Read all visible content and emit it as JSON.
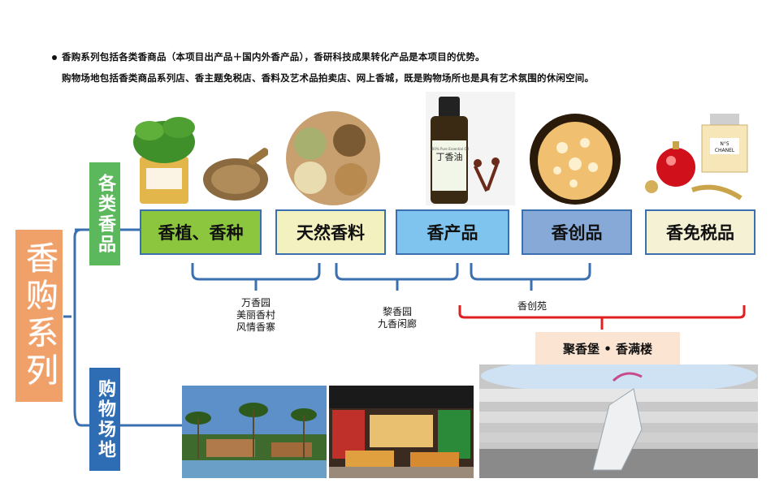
{
  "intro": {
    "line1": "香购系列包括各类香商品（本项目出产品＋国内外香产品），香研科技成果转化产品是本项目的优势。",
    "line2": "购物场地包括香类商品系列店、香主题免税店、香料及艺术品拍卖店、网上香城，既是购物场所也是具有艺术氛围的休闲空间。"
  },
  "root_label": "香购系列",
  "branches": {
    "categories_label": "各类香品",
    "venues_label": "购物场地"
  },
  "products": [
    {
      "label": "香植、香种",
      "color": "#8cc63f"
    },
    {
      "label": "天然香料",
      "color": "#f4f1c1"
    },
    {
      "label": "香产品",
      "color": "#7fc4ee"
    },
    {
      "label": "香创品",
      "color": "#87a9d8"
    },
    {
      "label": "香免税品",
      "color": "#f4f1d4"
    }
  ],
  "oil_bottle_label": "丁香油",
  "oil_bottle_small": "100% Pure Essential Oil",
  "perfume_label": "CHANEL",
  "perfume_number": "N°5",
  "places": {
    "group1": [
      "万香园",
      "美丽香村",
      "风情香寨"
    ],
    "group2": [
      "黎香园",
      "九香闲廊"
    ],
    "group3": "香创苑",
    "main_venue": "聚香堡 • 香满楼"
  },
  "colors": {
    "connector": "#3a6fb0",
    "red_bracket": "#e02020"
  }
}
